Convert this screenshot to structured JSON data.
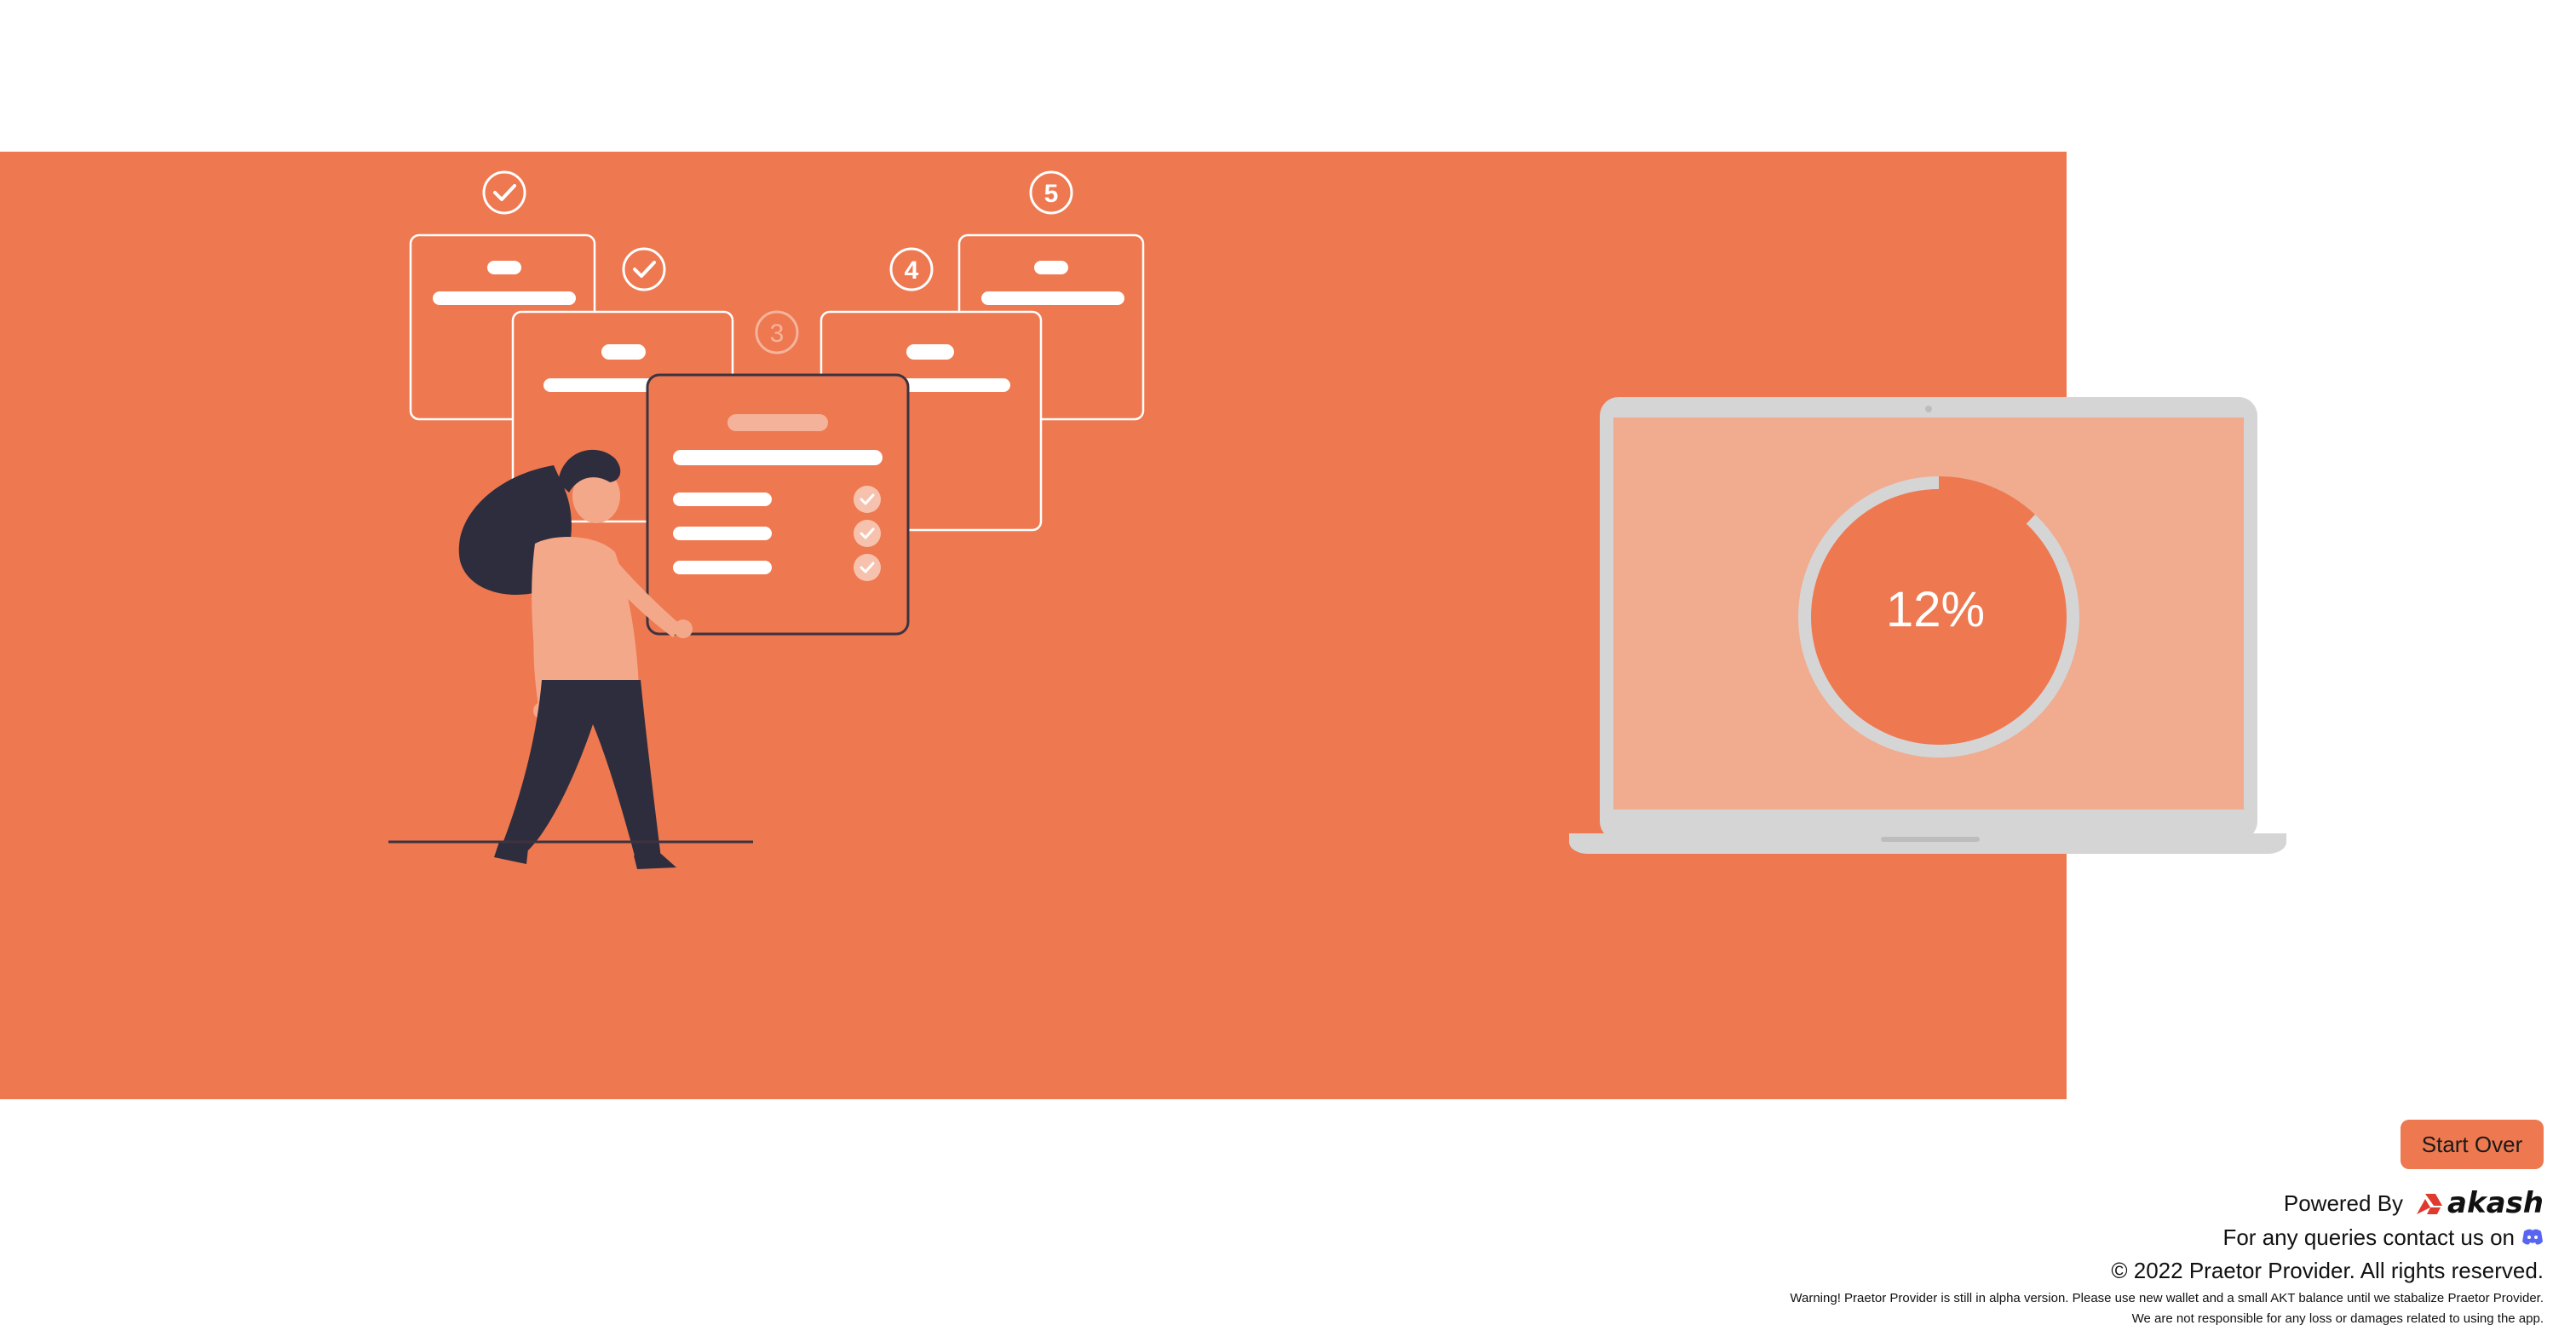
{
  "hero": {
    "title": "Installing dependencies",
    "subtitle": "This process may take few minutes, Please enjoy your coffee and relax.",
    "background_color": "#ee7850"
  },
  "steps": {
    "labels": [
      "3",
      "4",
      "5"
    ],
    "completed_count": 2
  },
  "progress": {
    "percent_text": "12%",
    "value": 0.12
  },
  "actions": {
    "start_over_label": "Start Over"
  },
  "footer": {
    "powered_by": "Powered By",
    "brand": "akash",
    "contact": "For any queries contact us on",
    "contact_icon": "discord-icon",
    "copyright": "© 2022 Praetor Provider. All rights reserved.",
    "warning_line1": "Warning! Praetor Provider is still in alpha version. Please use new wallet and a small AKT balance until we stabalize Praetor Provider.",
    "warning_line2": "We are not responsible for any loss or damages related to using the app."
  },
  "colors": {
    "accent": "#ee7850",
    "screen": "#f1ab8f",
    "laptop_frame": "#d5d5d5",
    "figure_dark": "#2e2d3d",
    "figure_skin": "#f4a88a"
  }
}
